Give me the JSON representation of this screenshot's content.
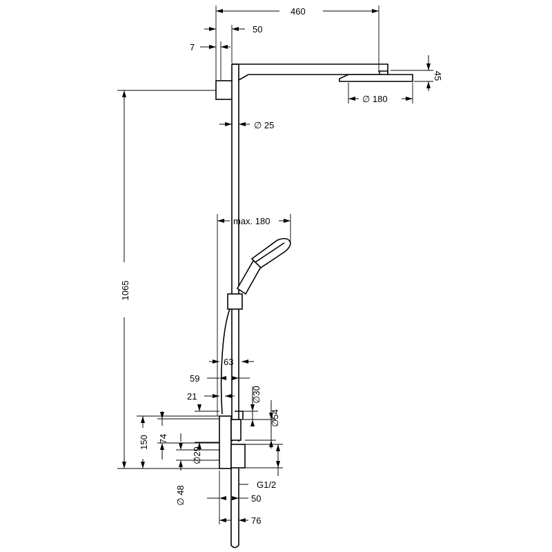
{
  "dimensions": {
    "arm_length": "460",
    "arm_offset": "50",
    "wall_offset": "7",
    "head_height": "45",
    "head_diameter": "∅ 180",
    "rail_diameter": "∅ 25",
    "hand_shower_reach": "max. 180",
    "total_height": "1065",
    "hose_spacing": "63",
    "holder_offset": "59",
    "outlet_offset": "21",
    "outlet_diameter_small": "∅30",
    "mixer_diameter": "∅54",
    "mixer_height": "150",
    "mixer_mid": "74",
    "connector_diameter": "∅29",
    "body_diameter": "∅ 48",
    "thread": "G1/2",
    "pipe_offset": "50",
    "bottom_width": "76"
  }
}
